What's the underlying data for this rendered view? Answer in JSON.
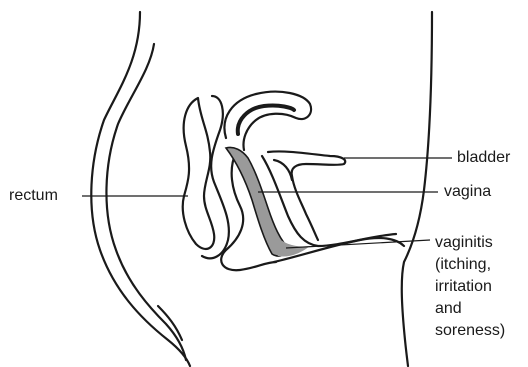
{
  "labels": {
    "bladder": "bladder",
    "rectum": "rectum",
    "vagina": "vagina",
    "vaginitis": {
      "title": "vaginitis",
      "lines": [
        "(itching,",
        "irritation",
        "and",
        "soreness)"
      ]
    }
  },
  "colors": {
    "outline": "#1a1a1a",
    "highlight": "#9a9a9a",
    "background": "#ffffff"
  }
}
